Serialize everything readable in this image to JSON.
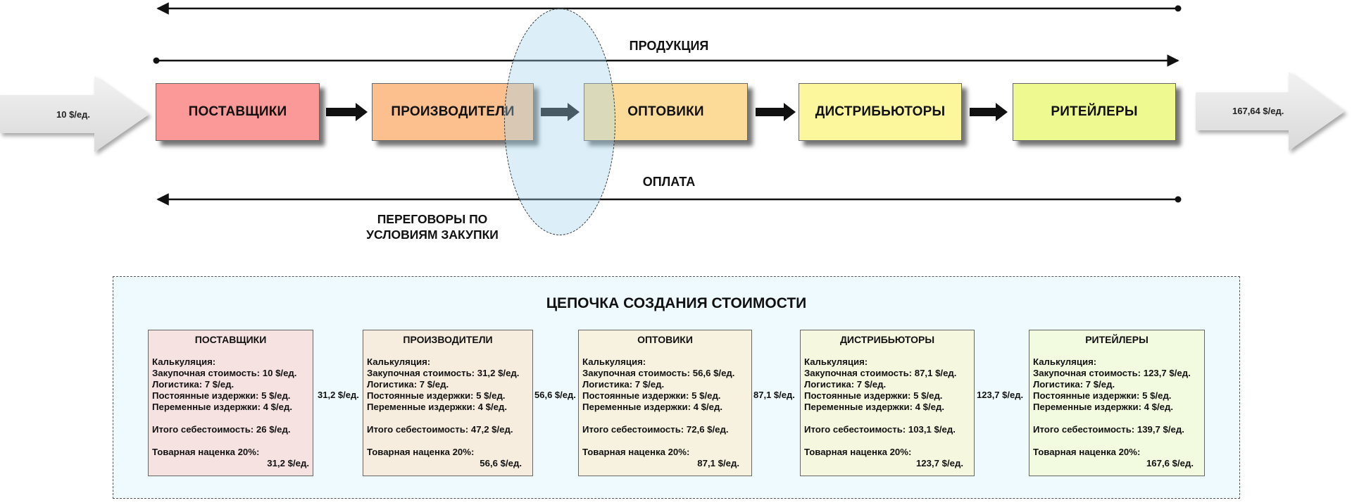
{
  "top": {
    "production_label": "ПРОДУКЦИЯ",
    "payment_label": "ОПЛАТА",
    "negotiation_label_line1": "ПЕРЕГОВОРЫ ПО",
    "negotiation_label_line2": "УСЛОВИЯМ ЗАКУПКИ",
    "price_in": "10 $/ед.",
    "price_out": "167,64 $/ед.",
    "stages": [
      {
        "label": "ПОСТАВЩИКИ",
        "color": "#fb9898"
      },
      {
        "label": "ПРОИЗВОДИТЕЛИ",
        "color": "#fbc08e"
      },
      {
        "label": "ОПТОВИКИ",
        "color": "#fcdb98"
      },
      {
        "label": "ДИСТРИБЬЮТОРЫ",
        "color": "#fcf79d"
      },
      {
        "label": "РИТЕЙЛЕРЫ",
        "color": "#eef98f"
      }
    ]
  },
  "value_chain": {
    "title": "ЦЕПОЧКА СОЗДАНИЯ СТОИМОСТИ",
    "cards": [
      {
        "title": "ПОСТАВЩИКИ",
        "color": "#f7e2e2",
        "calc_label": "Калькуляция:",
        "purchase": "Закупочная стоимость: 10 $/ед.",
        "logistics": "Логистика: 7 $/ед.",
        "fixed": "Постоянные издержки: 5 $/ед.",
        "variable": "Переменные издержки: 4 $/ед.",
        "total": "Итого себестоимость: 26 $/ед.",
        "markup_label": "Товарная наценка 20%:",
        "markup_value": "31,2 $/ед."
      },
      {
        "title": "ПРОИЗВОДИТЕЛИ",
        "color": "#f6eddf",
        "calc_label": "Калькуляция:",
        "purchase": "Закупочная стоимость: 31,2 $/ед.",
        "logistics": "Логистика: 7 $/ед.",
        "fixed": "Постоянные издержки: 5 $/ед.",
        "variable": "Переменные издержки: 4 $/ед.",
        "total": "Итого себестоимость: 47,2 $/ед.",
        "markup_label": "Товарная наценка 20%:",
        "markup_value": "56,6 $/ед."
      },
      {
        "title": "ОПТОВИКИ",
        "color": "#f6f2df",
        "calc_label": "Калькуляция:",
        "purchase": "Закупочная стоимость: 56,6 $/ед.",
        "logistics": "Логистика: 7 $/ед.",
        "fixed": "Постоянные издержки: 5 $/ед.",
        "variable": "Переменные издержки: 4 $/ед.",
        "total": "Итого себестоимость: 72,6 $/ед.",
        "markup_label": "Товарная наценка 20%:",
        "markup_value": "87,1 $/ед."
      },
      {
        "title": "ДИСТРИБЬЮТОРЫ",
        "color": "#f5f7df",
        "calc_label": "Калькуляция:",
        "purchase": "Закупочная стоимость: 87,1 $/ед.",
        "logistics": "Логистика: 7 $/ед.",
        "fixed": "Постоянные издержки: 5 $/ед.",
        "variable": "Переменные издержки: 4 $/ед.",
        "total": "Итого себестоимость: 103,1 $/ед.",
        "markup_label": "Товарная наценка 20%:",
        "markup_value": "123,7 $/ед."
      },
      {
        "title": "РИТЕЙЛЕРЫ",
        "color": "#f2fadf",
        "calc_label": "Калькуляция:",
        "purchase": "Закупочная стоимость: 123,7 $/ед.",
        "logistics": "Логистика: 7 $/ед.",
        "fixed": "Постоянные издержки: 5 $/ед.",
        "variable": "Переменные издержки: 4 $/ед.",
        "total": "Итого себестоимость: 139,7 $/ед.",
        "markup_label": "Товарная наценка 20%:",
        "markup_value": "167,6 $/ед."
      }
    ],
    "transfers": [
      "31,2 $/ед.",
      "56,6 $/ед.",
      "87,1 $/ед.",
      "123,7 $/ед."
    ]
  }
}
